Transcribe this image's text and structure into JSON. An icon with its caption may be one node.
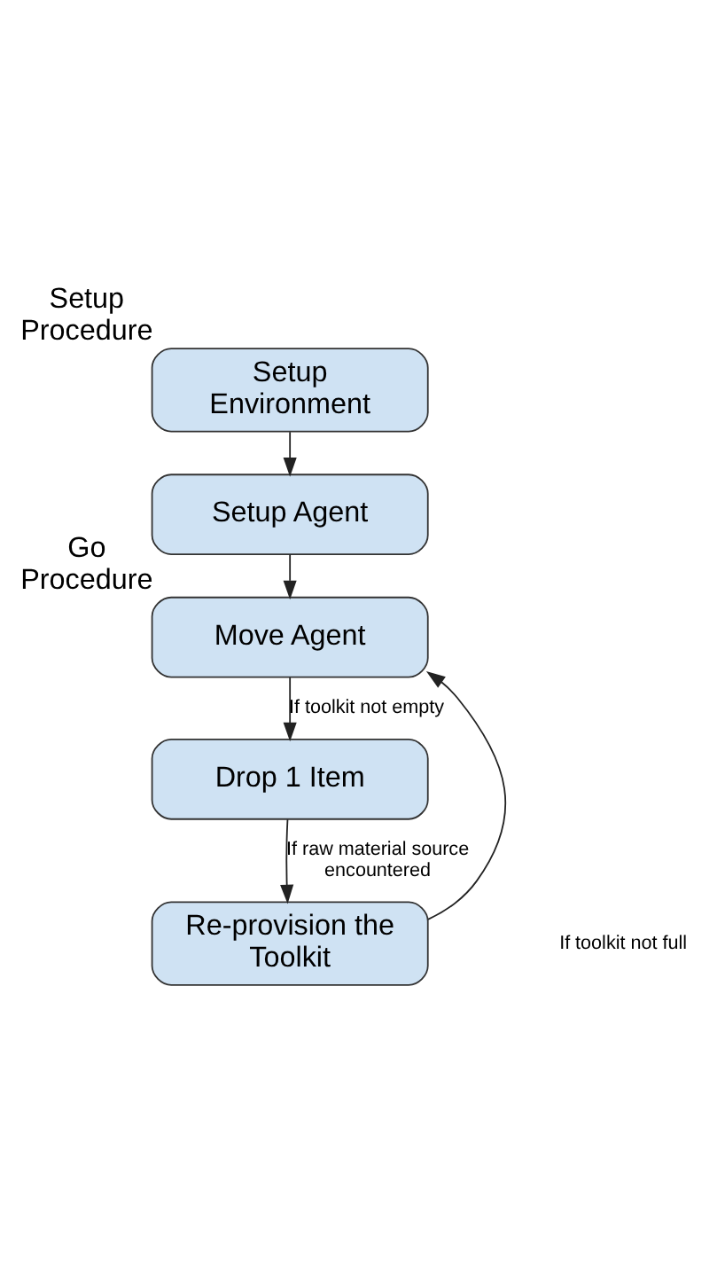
{
  "diagram": {
    "nodes": [
      {
        "text": [
          "Setup Environment"
        ],
        "beside": [
          "Setup Procedure"
        ]
      },
      {
        "text": [
          "Setup Agent"
        ]
      },
      {
        "text": [
          "Move Agent"
        ],
        "beside": [
          "Go Procedure"
        ]
      },
      {
        "text": [
          "Drop 1 Item"
        ]
      },
      {
        "text": [
          "Re-provision the Toolkit"
        ]
      }
    ],
    "edges": [
      {
        "from": 0,
        "to": 1,
        "arrow": "to"
      },
      {
        "from": 1,
        "to": 2,
        "arrow": "to"
      },
      {
        "from": 2,
        "to": 3,
        "arrow": "to",
        "label": "If toolkit not empty"
      },
      {
        "from": 3,
        "to": 4,
        "arrow": "to",
        "label": "If raw material source encountered"
      },
      {
        "from": 4,
        "to": 2,
        "arrow": "to"
      }
    ],
    "labels": [
      "If toolkit not full"
    ]
  }
}
